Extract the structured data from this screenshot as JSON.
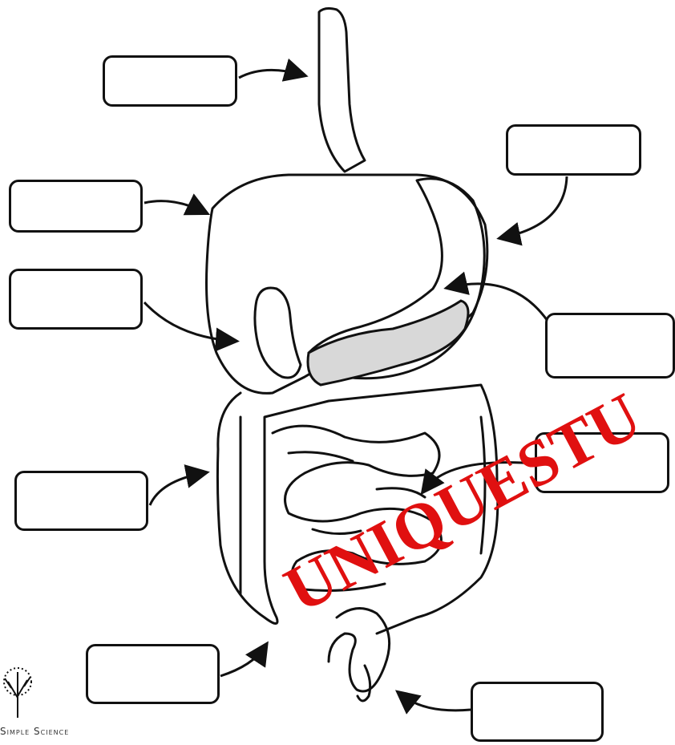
{
  "diagram": {
    "labels": [
      {
        "id": "esophagus",
        "text": ""
      },
      {
        "id": "liver",
        "text": ""
      },
      {
        "id": "gallbladder",
        "text": ""
      },
      {
        "id": "large-intestine",
        "text": ""
      },
      {
        "id": "rectum",
        "text": ""
      },
      {
        "id": "stomach",
        "text": ""
      },
      {
        "id": "pancreas",
        "text": ""
      },
      {
        "id": "small-intestine",
        "text": ""
      },
      {
        "id": "appendix",
        "text": ""
      }
    ]
  },
  "branding": {
    "name": "Simple Science",
    "logo_icon": "tree-icon"
  },
  "watermark": {
    "text": "UNIQUESTU",
    "color": "#e01010"
  },
  "colors": {
    "outline": "#111111",
    "pancreas_fill": "#d8d8d8"
  }
}
